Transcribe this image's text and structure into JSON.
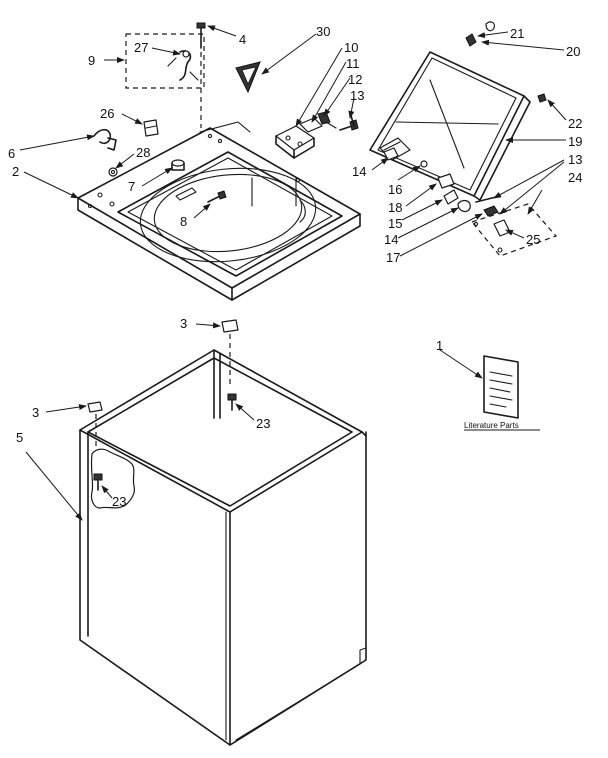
{
  "callouts": {
    "c1": "1",
    "c2": "2",
    "c3a": "3",
    "c3b": "3",
    "c4": "4",
    "c5": "5",
    "c6": "6",
    "c7": "7",
    "c8": "8",
    "c9": "9",
    "c10": "10",
    "c11": "11",
    "c12": "12",
    "c13a": "13",
    "c13b": "13",
    "c14a": "14",
    "c14b": "14",
    "c15": "15",
    "c16": "16",
    "c17": "17",
    "c18": "18",
    "c19": "19",
    "c20": "20",
    "c21": "21",
    "c22": "22",
    "c23a": "23",
    "c23b": "23",
    "c24": "24",
    "c25": "25",
    "c26": "26",
    "c27": "27",
    "c28": "28",
    "c30": "30"
  },
  "literature_caption": "Literature Parts"
}
